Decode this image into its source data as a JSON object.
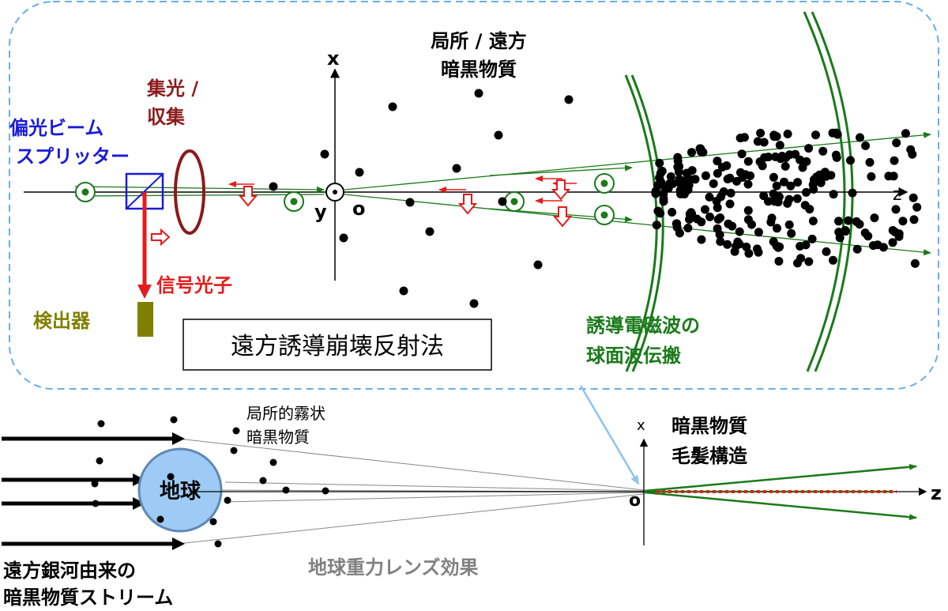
{
  "labels": {
    "dark_matter_local_far": [
      "局所 / 遠方",
      "暗黒物質"
    ],
    "focus_collect": [
      "集光 /",
      "収集"
    ],
    "pbs": [
      "偏光ビーム",
      "スプリッター"
    ],
    "signal_photon": "信号光子",
    "detector": "検出器",
    "method_title": "遠方誘導崩壊反射法",
    "em_wave": [
      "誘導電磁波の",
      "球面波伝搬"
    ],
    "axis_x_top": "x",
    "axis_y_top": "y",
    "axis_o_top": "o",
    "axis_z_top": "z",
    "fog_dm": [
      "局所的霧状",
      "暗黒物質"
    ],
    "earth": "地球",
    "dm_filament": [
      "暗黒物質",
      "毛髪構造"
    ],
    "axis_x_bottom": "x",
    "axis_o_bottom": "o",
    "axis_z_bottom": "z",
    "stream": [
      "遠方銀河由来の",
      "暗黒物質ストリーム"
    ],
    "lensing": "地球重力レンズ効果"
  },
  "colors": {
    "dashed_border": "#6aaee6",
    "green": "#1a7a1a",
    "red": "#e51b1b",
    "dark_red": "#8b1a1a",
    "blue": "#1a1ad9",
    "olive": "#808000",
    "earth_fill": "#9ecbf5",
    "earth_stroke": "#5f88b5",
    "gray_text": "#808080"
  }
}
